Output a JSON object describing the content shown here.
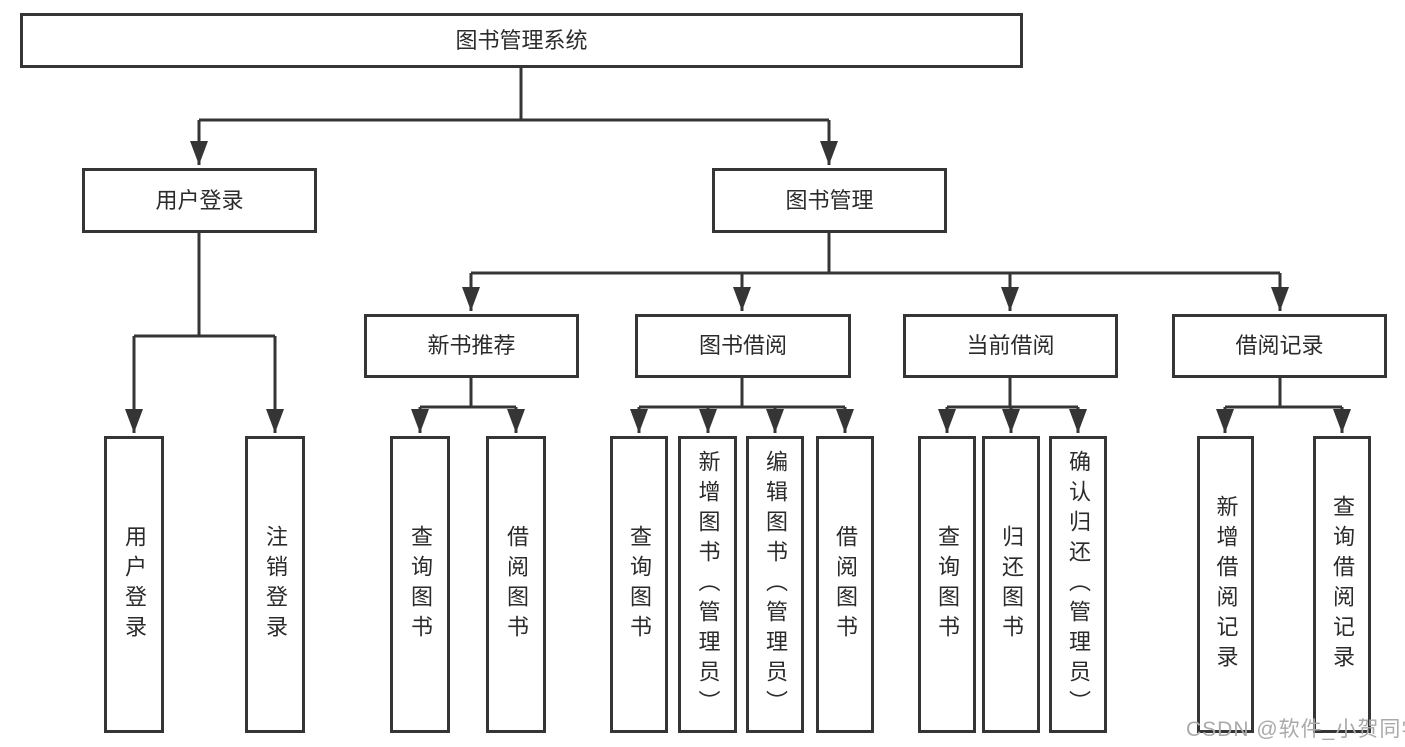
{
  "page": {
    "watermark": "CSDN @软件_小贺同学"
  },
  "colors": {
    "line": "#353535",
    "box_border": "#353535",
    "text": "#2b2b2b",
    "watermark": "#aaaaaa",
    "background": "#ffffff"
  },
  "tree": {
    "root": {
      "label": "图书管理系统"
    },
    "branches": [
      {
        "label": "用户登录",
        "children": [
          {
            "label": "用户登录"
          },
          {
            "label": "注销登录"
          }
        ]
      },
      {
        "label": "图书管理",
        "children": [
          {
            "label": "新书推荐",
            "children": [
              {
                "label": "查询图书"
              },
              {
                "label": "借阅图书"
              }
            ]
          },
          {
            "label": "图书借阅",
            "children": [
              {
                "label": "查询图书"
              },
              {
                "label": "新增图书（管理员）"
              },
              {
                "label": "编辑图书（管理员）"
              },
              {
                "label": "借阅图书"
              }
            ]
          },
          {
            "label": "当前借阅",
            "children": [
              {
                "label": "查询图书"
              },
              {
                "label": "归还图书"
              },
              {
                "label": "确认归还（管理员）"
              }
            ]
          },
          {
            "label": "借阅记录",
            "children": [
              {
                "label": "新增借阅记录"
              },
              {
                "label": "查询借阅记录"
              }
            ]
          }
        ]
      }
    ]
  }
}
